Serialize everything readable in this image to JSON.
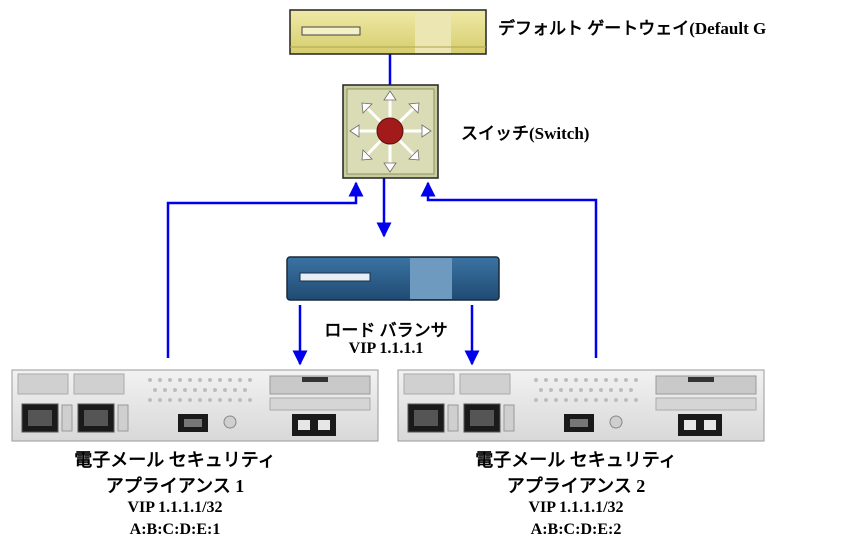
{
  "gateway": {
    "label": "デフォルト ゲートウェイ(Default G"
  },
  "switch": {
    "label": "スイッチ(Switch)"
  },
  "load_balancer": {
    "label": "ロード バランサ",
    "vip": "VIP 1.1.1.1"
  },
  "appliance_1": {
    "label_line1": "電子メール セキュリティ",
    "label_line2": "アプライアンス 1",
    "vip": "VIP 1.1.1.1/32",
    "mac": "A:B:C:D:E:1"
  },
  "appliance_2": {
    "label_line1": "電子メール セキュリティ",
    "label_line2": "アプライアンス 2",
    "vip": "VIP 1.1.1.1/32",
    "mac": "A:B:C:D:E:2"
  },
  "colors": {
    "link": "#0000ee",
    "gateway_fill": "#e3dc8a",
    "switch_fill": "#cfd3a8",
    "switch_hub": "#a31a1a",
    "lb_fill": "#2d5f8a",
    "appliance_fill": "#e6e6e6"
  }
}
